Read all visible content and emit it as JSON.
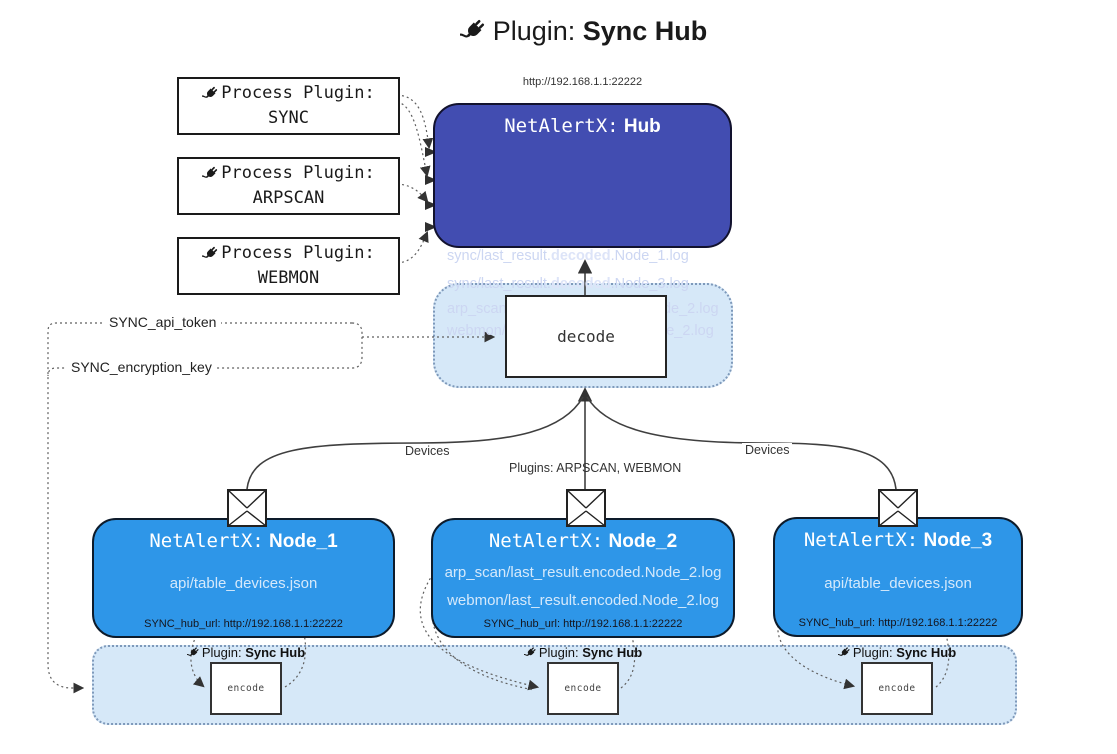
{
  "title": {
    "prefix": "Plugin:",
    "name": "Sync Hub"
  },
  "hub": {
    "url": "http://192.168.1.1:22222",
    "title_prefix": "NetAlertX:",
    "title_name": "Hub",
    "lines": [
      {
        "pre": "sync/last_result.",
        "bold": "decoded",
        "post": ".Node_1.log"
      },
      {
        "pre": "sync/last_result.",
        "bold": "decoded",
        "post": ".Node_3.log"
      },
      {
        "pre": "arp_scan/last_result.",
        "bold": "decoded",
        "post": ".Node_2.log"
      },
      {
        "pre": "webmon/last_result.",
        "bold": "decoded",
        "post": ".Node_2.log"
      }
    ]
  },
  "process_plugins": {
    "label": "Process Plugin:",
    "items": [
      "SYNC",
      "ARPSCAN",
      "WEBMON"
    ]
  },
  "decode": {
    "label": "decode"
  },
  "config": {
    "api_token": "SYNC_api_token",
    "encryption_key": "SYNC_encryption_key"
  },
  "edges": {
    "devices_left": "Devices",
    "devices_right": "Devices",
    "plugins_center": "Plugins: ARPSCAN, WEBMON"
  },
  "nodes": [
    {
      "title_prefix": "NetAlertX:",
      "title_name": "Node_1",
      "lines": [
        "api/table_devices.json"
      ],
      "footer": "SYNC_hub_url: http://192.168.1.1:22222"
    },
    {
      "title_prefix": "NetAlertX:",
      "title_name": "Node_2",
      "lines": [
        "arp_scan/last_result.encoded.Node_2.log",
        "webmon/last_result.encoded.Node_2.log"
      ],
      "footer": "SYNC_hub_url: http://192.168.1.1:22222"
    },
    {
      "title_prefix": "NetAlertX:",
      "title_name": "Node_3",
      "lines": [
        "api/table_devices.json"
      ],
      "footer": "SYNC_hub_url: http://192.168.1.1:22222"
    }
  ],
  "encode": {
    "label": "encode",
    "plugin_prefix": "Plugin:",
    "plugin_name": "Sync Hub"
  },
  "icons": [
    "plug-icon",
    "envelope-icon"
  ],
  "colors": {
    "hub_bg": "#424db1",
    "node_bg": "#2e96e8",
    "panel_bg": "#d6e8f8",
    "panel_border": "#7e99ba",
    "line": "#3f3f3f"
  }
}
